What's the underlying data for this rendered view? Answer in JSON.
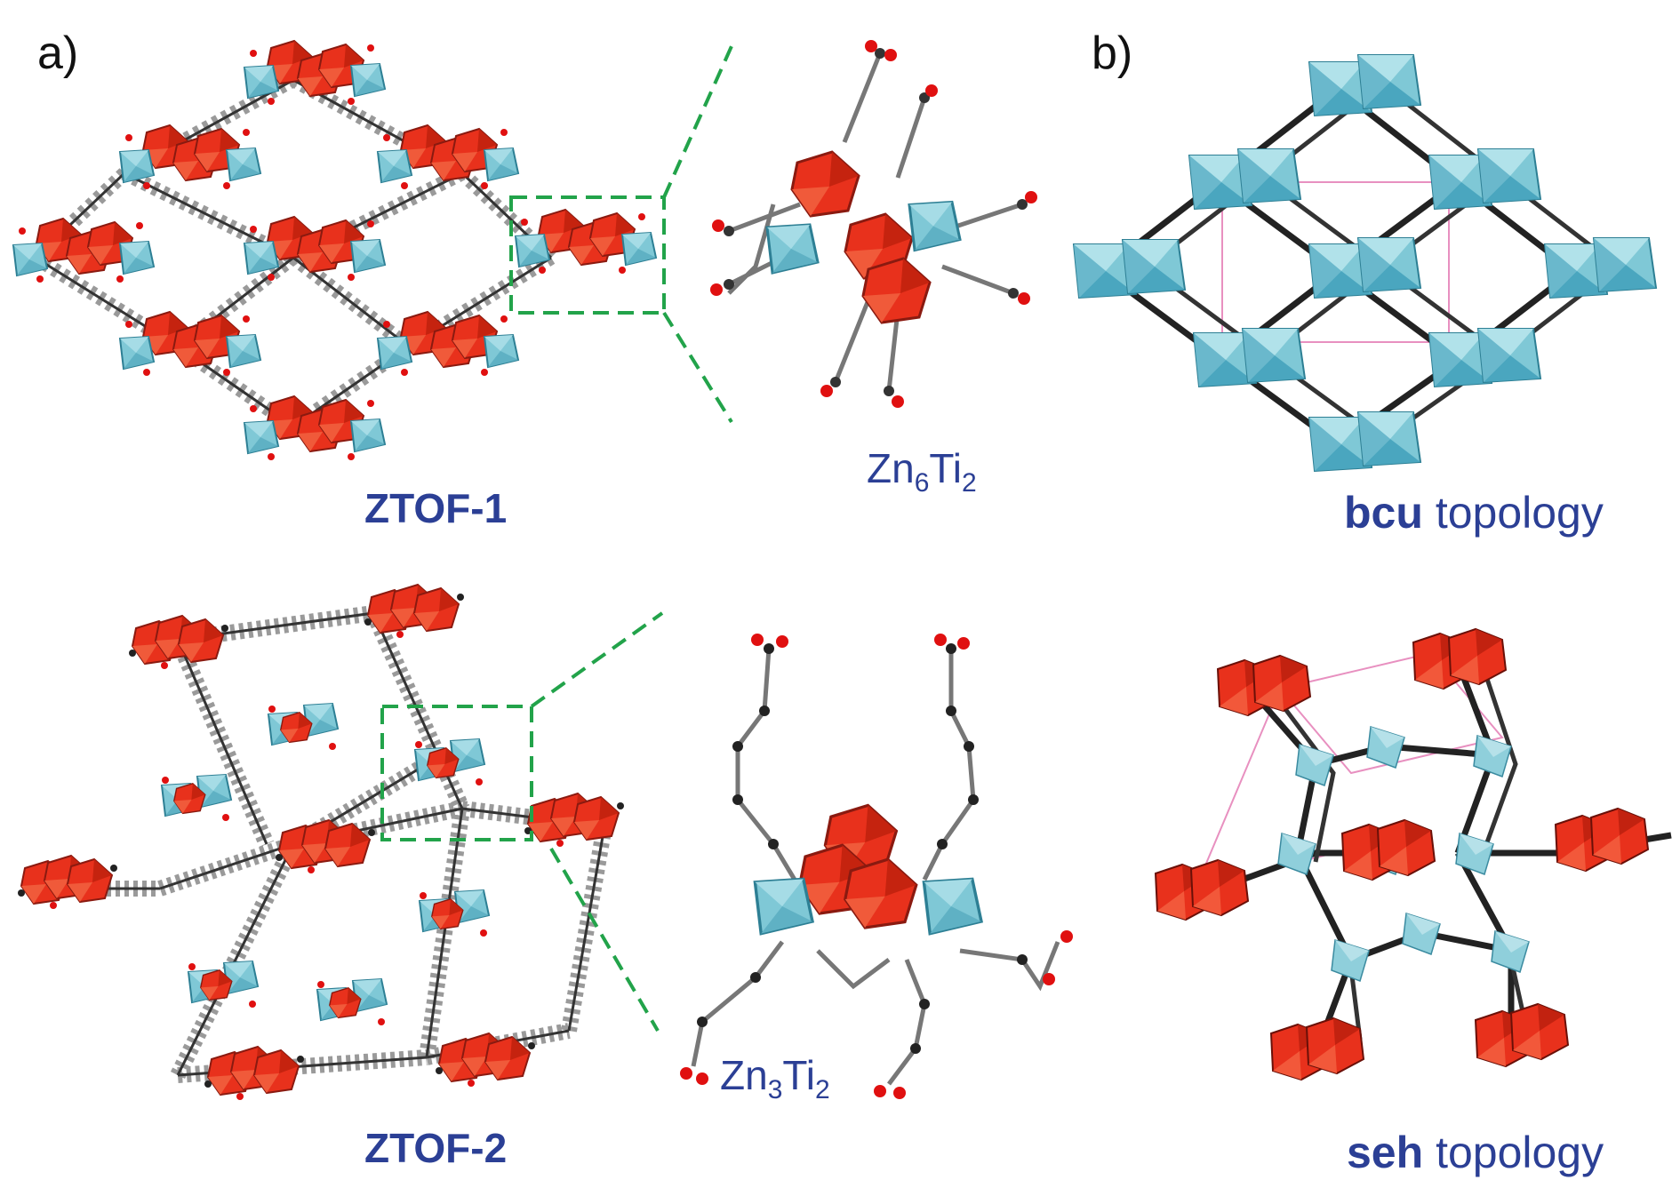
{
  "panels": {
    "a": "a)",
    "b": "b)"
  },
  "structures": {
    "top": {
      "name": "ZTOF-1",
      "cluster": {
        "el1": "Zn",
        "n1": "6",
        "el2": "Ti",
        "n2": "2"
      }
    },
    "bottom": {
      "name": "ZTOF-2",
      "cluster": {
        "el1": "Zn",
        "n1": "3",
        "el2": "Ti",
        "n2": "2"
      }
    }
  },
  "topologies": {
    "top": {
      "symbol": "bcu",
      "word": "topology"
    },
    "bottom": {
      "symbol": "seh",
      "word": "topology"
    }
  },
  "colors": {
    "zn_polyhedra": "#e8311c",
    "ti_polyhedra": "#7fc8d6",
    "linker_carbon": "#2b2b2b",
    "oxygen": "#e01010",
    "zoom_box": "#22a34a",
    "label_text": "#2b3f95",
    "topology_rod": "#222222",
    "cell_edge": "#e890c0"
  }
}
